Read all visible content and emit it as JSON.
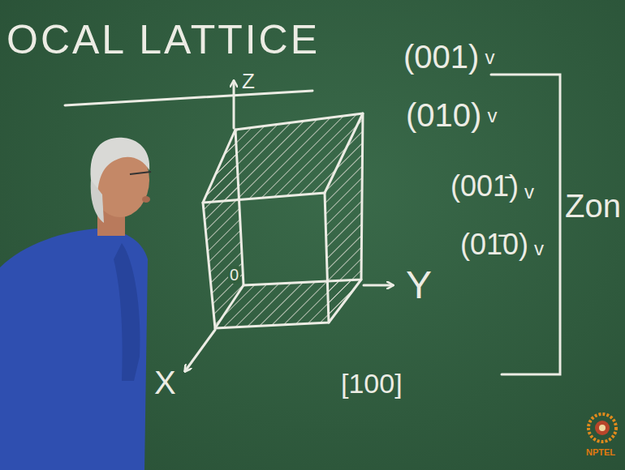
{
  "diagram": {
    "title": "OCAL LATTICE",
    "labels": [
      "Z",
      "Y",
      "X",
      "0",
      "(001)",
      "v",
      "(010)",
      "v",
      "(001̄)",
      "v",
      "(01̄0)",
      "v",
      "Zon",
      "[100]",
      "NPTEL"
    ]
  }
}
